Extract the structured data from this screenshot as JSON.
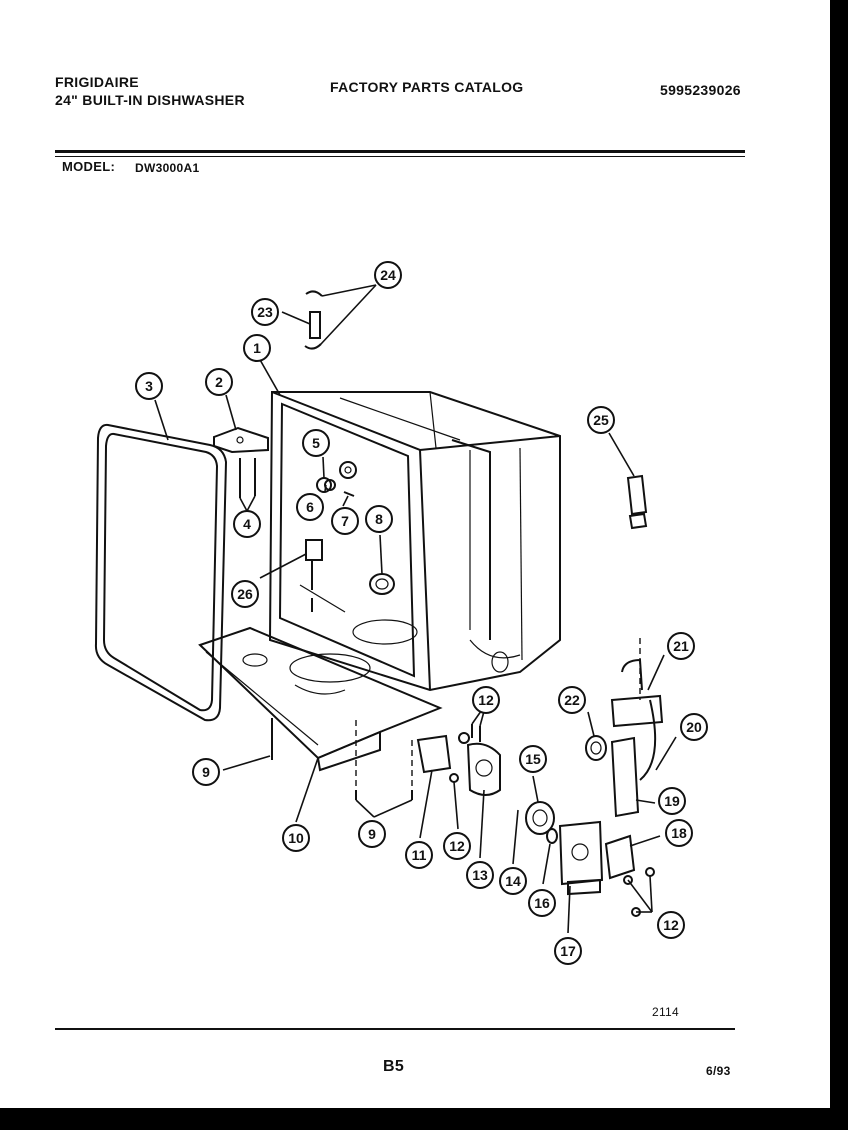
{
  "header": {
    "brand": "FRIGIDAIRE",
    "product": "24\" BUILT-IN DISHWASHER",
    "catalog_title": "FACTORY PARTS CATALOG",
    "catalog_number": "5995239026",
    "model_label": "MODEL:",
    "model_value": "DW3000A1"
  },
  "diagram": {
    "figure_number": "2114",
    "callouts": [
      "1",
      "2",
      "3",
      "4",
      "5",
      "6",
      "7",
      "8",
      "9",
      "9",
      "10",
      "11",
      "12",
      "12",
      "12",
      "13",
      "14",
      "15",
      "16",
      "17",
      "18",
      "19",
      "20",
      "21",
      "22",
      "23",
      "24",
      "25",
      "26"
    ]
  },
  "footer": {
    "page": "B5",
    "date": "6/93"
  }
}
